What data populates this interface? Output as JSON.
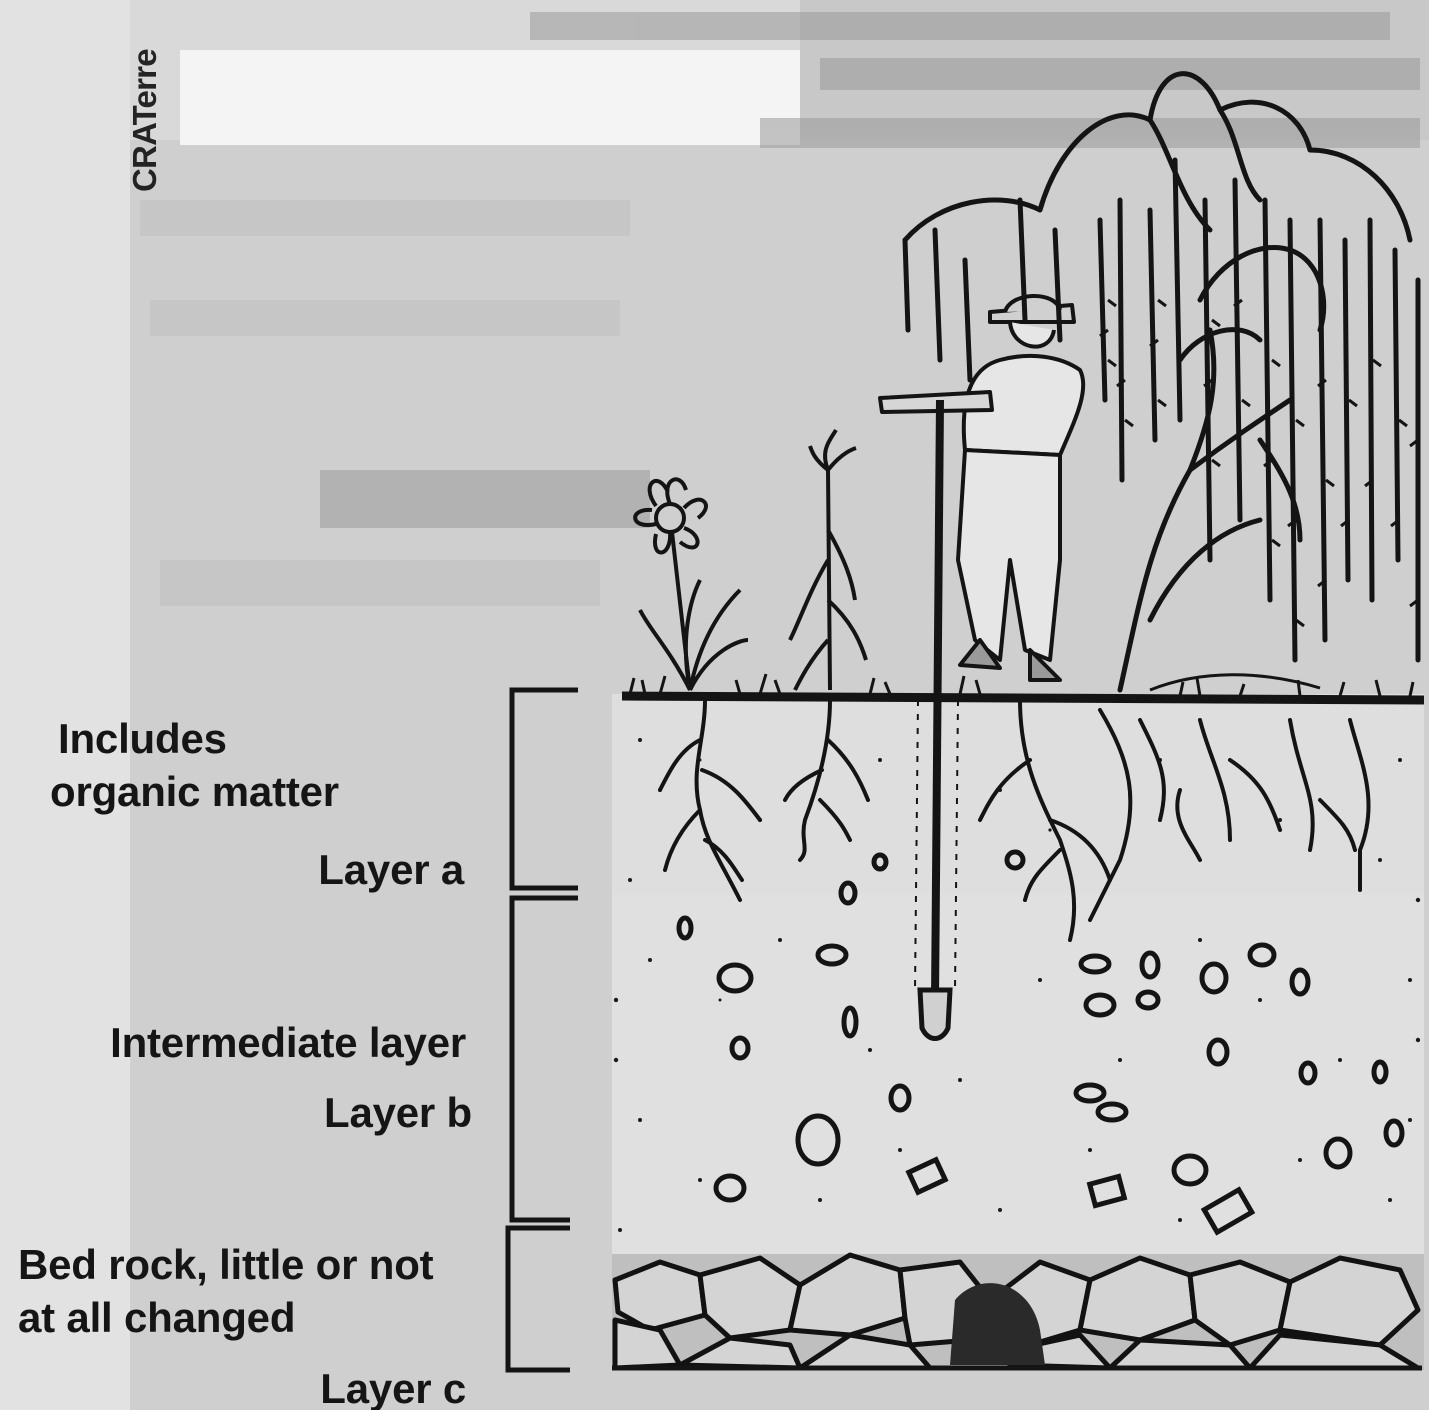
{
  "credit": "CRATerre",
  "diagram": {
    "labels": {
      "layer_a_desc_line1": "Includes",
      "layer_a_desc_line2": "organic matter",
      "layer_a_name": "Layer a",
      "layer_b_desc": "Intermediate layer",
      "layer_b_name": "Layer b",
      "layer_c_desc_line1": "Bed rock, little or not",
      "layer_c_desc_line2": "at all changed",
      "layer_c_name": "Layer c"
    },
    "colors": {
      "ink": "#141414",
      "paper": "#d7d7d7",
      "soil": "#dcdcdc",
      "bedrock": "#bdbdbd"
    }
  }
}
